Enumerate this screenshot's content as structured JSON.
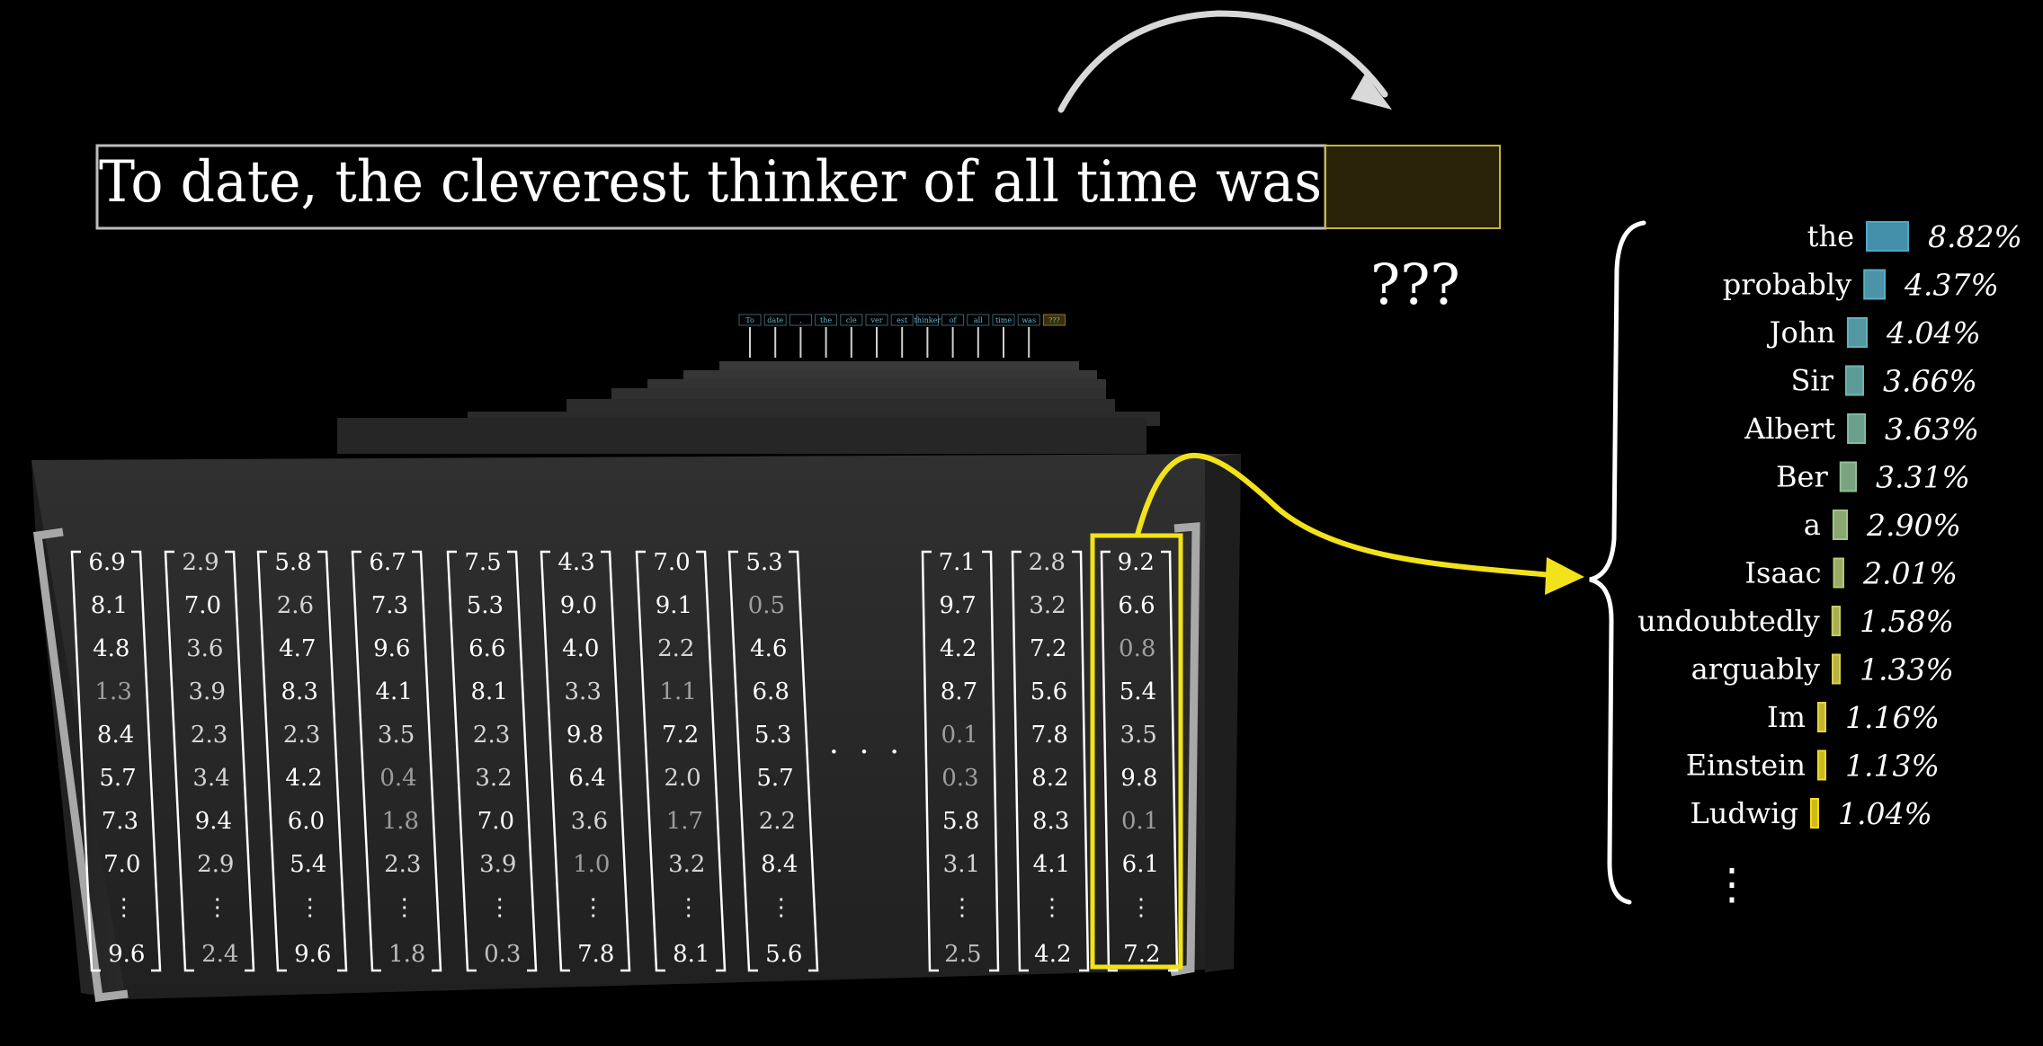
{
  "sentence": {
    "text": "To date, the cleverest thinker of all time was",
    "prediction_placeholder": "???"
  },
  "mini_tokens": [
    "To",
    "date",
    ",",
    "the",
    "cle",
    "ver",
    "est",
    "thinker",
    "of",
    "all",
    "time",
    "was",
    "???"
  ],
  "ellipsis": "· · ·",
  "vectors": [
    {
      "values": [
        "6.9",
        "8.1",
        "4.8",
        "1.3",
        "8.4",
        "5.7",
        "7.3",
        "7.0"
      ],
      "last": "9.6"
    },
    {
      "values": [
        "2.9",
        "7.0",
        "3.6",
        "3.9",
        "2.3",
        "3.4",
        "9.4",
        "2.9"
      ],
      "last": "2.4"
    },
    {
      "values": [
        "5.8",
        "2.6",
        "4.7",
        "8.3",
        "2.3",
        "4.2",
        "6.0",
        "5.4"
      ],
      "last": "9.6"
    },
    {
      "values": [
        "6.7",
        "7.3",
        "9.6",
        "4.1",
        "3.5",
        "0.4",
        "1.8",
        "2.3"
      ],
      "last": "1.8"
    },
    {
      "values": [
        "7.5",
        "5.3",
        "6.6",
        "8.1",
        "2.3",
        "3.2",
        "7.0",
        "3.9"
      ],
      "last": "0.3"
    },
    {
      "values": [
        "4.3",
        "9.0",
        "4.0",
        "3.3",
        "9.8",
        "6.4",
        "3.6",
        "1.0"
      ],
      "last": "7.8"
    },
    {
      "values": [
        "7.0",
        "9.1",
        "2.2",
        "1.1",
        "7.2",
        "2.0",
        "1.7",
        "3.2"
      ],
      "last": "8.1"
    },
    {
      "values": [
        "5.3",
        "0.5",
        "4.6",
        "6.8",
        "5.3",
        "5.7",
        "2.2",
        "8.4"
      ],
      "last": "5.6"
    },
    {
      "values": [
        "7.1",
        "9.7",
        "4.2",
        "8.7",
        "0.1",
        "0.3",
        "5.8",
        "3.1"
      ],
      "last": "2.5"
    },
    {
      "values": [
        "2.8",
        "3.2",
        "7.2",
        "5.6",
        "7.8",
        "8.2",
        "8.3",
        "4.1"
      ],
      "last": "4.2"
    },
    {
      "values": [
        "9.2",
        "6.6",
        "0.8",
        "5.4",
        "3.5",
        "9.8",
        "0.1",
        "6.1"
      ],
      "last": "7.2",
      "highlighted": true
    }
  ],
  "distribution": [
    {
      "word": "the",
      "pct": "8.82%",
      "p": 8.82,
      "color": "#4fa8c8"
    },
    {
      "word": "probably",
      "pct": "4.37%",
      "p": 4.37,
      "color": "#58aec4"
    },
    {
      "word": "John",
      "pct": "4.04%",
      "p": 4.04,
      "color": "#62b3bc"
    },
    {
      "word": "Sir",
      "pct": "3.66%",
      "p": 3.66,
      "color": "#6db7b0"
    },
    {
      "word": "Albert",
      "pct": "3.63%",
      "p": 3.63,
      "color": "#7ebba4"
    },
    {
      "word": "Ber",
      "pct": "3.31%",
      "p": 3.31,
      "color": "#8fbf96"
    },
    {
      "word": "a",
      "pct": "2.90%",
      "p": 2.9,
      "color": "#a2c486"
    },
    {
      "word": "Isaac",
      "pct": "2.01%",
      "p": 2.01,
      "color": "#b6c876"
    },
    {
      "word": "undoubtedly",
      "pct": "1.58%",
      "p": 1.58,
      "color": "#c8cc62"
    },
    {
      "word": "arguably",
      "pct": "1.33%",
      "p": 1.33,
      "color": "#d8d14e"
    },
    {
      "word": "Im",
      "pct": "1.16%",
      "p": 1.16,
      "color": "#e6d53a"
    },
    {
      "word": "Einstein",
      "pct": "1.13%",
      "p": 1.13,
      "color": "#f0da28"
    },
    {
      "word": "Ludwig",
      "pct": "1.04%",
      "p": 1.04,
      "color": "#f5dc18"
    }
  ],
  "distribution_more": "⋮",
  "colors": {
    "background": "#000000",
    "highlight": "#f2e21a",
    "prediction_box_fill": "#2a2208",
    "prediction_box_border": "#c8b43a",
    "block": "#2b2b2b"
  },
  "icons": [
    "curved-arrow-icon",
    "yellow-arrow-icon",
    "curly-brace-icon"
  ]
}
